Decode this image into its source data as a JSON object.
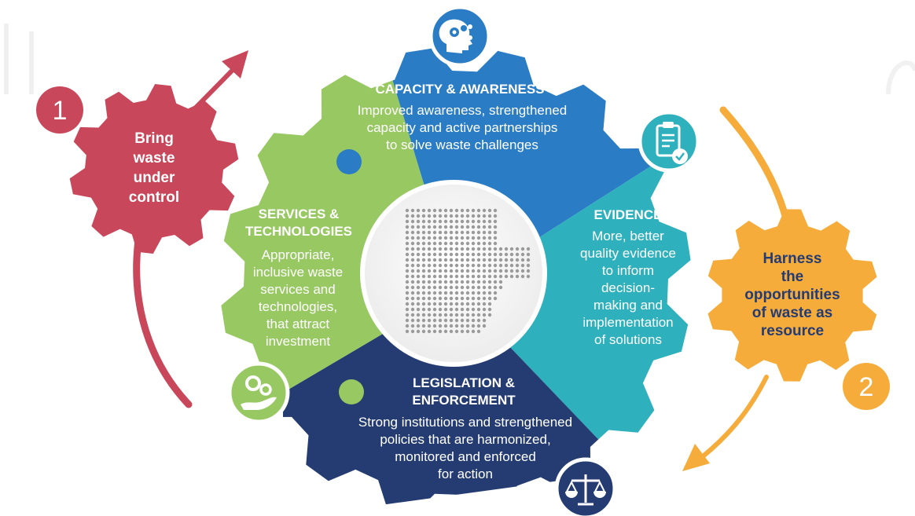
{
  "left_gear": {
    "number": "1",
    "lines": [
      "Bring",
      "waste",
      "under",
      "control"
    ]
  },
  "right_gear": {
    "number": "2",
    "lines": [
      "Harness",
      "the",
      "opportunities",
      "of waste as",
      "resource"
    ]
  },
  "capacity": {
    "title": "CAPACITY & AWARENESS",
    "body": [
      "Improved awareness, strengthened",
      "capacity and active partnerships",
      "to solve waste challenges"
    ],
    "icon": "head-gears-icon"
  },
  "evidence": {
    "title": "EVIDENCE",
    "body": [
      "More, better",
      "quality evidence",
      "to inform",
      "decision-",
      "making and",
      "implementation",
      "of solutions"
    ],
    "icon": "clipboard-check-icon"
  },
  "services": {
    "title": [
      "SERVICES &",
      "TECHNOLOGIES"
    ],
    "body": [
      "Appropriate,",
      "inclusive waste",
      "services and",
      "technologies,",
      "that attract",
      "investment"
    ],
    "icon": "hand-gears-icon"
  },
  "legislation": {
    "title": [
      "LEGISLATION &",
      "ENFORCEMENT"
    ],
    "body": [
      "Strong institutions and strengthened",
      "policies that are harmonized,",
      "monitored and enforced",
      "for action"
    ],
    "icon": "scales-icon"
  },
  "colors": {
    "red": "#c8475a",
    "orange": "#f5ac3b",
    "blue": "#2a7cc4",
    "teal": "#2fb0bd",
    "green": "#98c862",
    "navy": "#253c73"
  }
}
